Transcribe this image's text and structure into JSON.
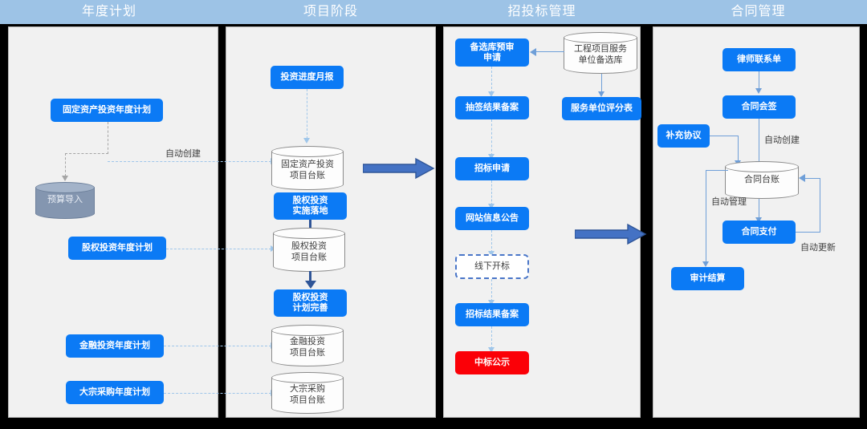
{
  "header": {
    "columns": [
      {
        "title": "年度计划"
      },
      {
        "title": "项目阶段"
      },
      {
        "title": "招投标管理"
      },
      {
        "title": "合同管理"
      }
    ]
  },
  "col1": {
    "nodes": {
      "fixed_asset_plan": "固定资产投资年度计划",
      "budget_import": "预算导入",
      "equity_plan": "股权投资年度计划",
      "finance_plan": "金融投资年度计划",
      "bulk_purchase_plan": "大宗采购年度计划"
    },
    "edges": {
      "auto_create": "自动创建"
    }
  },
  "col2": {
    "nodes": {
      "monthly_report": "投资进度月报",
      "fixed_asset_ledger": "固定资产投资\n项目台账",
      "fixed_asset_ledger_l1": "固定资产投资",
      "fixed_asset_ledger_l2": "项目台账",
      "equity_implement": "股权投资\n实施落地",
      "equity_implement_l1": "股权投资",
      "equity_implement_l2": "实施落地",
      "equity_ledger_l1": "股权投资",
      "equity_ledger_l2": "项目台账",
      "equity_plan_improve_l1": "股权投资",
      "equity_plan_improve_l2": "计划完善",
      "finance_ledger_l1": "金融投资",
      "finance_ledger_l2": "项目台账",
      "bulk_ledger_l1": "大宗采购",
      "bulk_ledger_l2": "项目台账"
    }
  },
  "col3": {
    "nodes": {
      "prequalify_apply_l1": "备选库预审",
      "prequalify_apply_l2": "申请",
      "lottery_result_record": "抽签结果备案",
      "bid_apply": "招标申请",
      "website_notice": "网站信息公告",
      "offline_open": "线下开标",
      "bid_result_record": "招标结果备案",
      "win_notice": "中标公示",
      "vendor_pool_l1": "工程项目服务",
      "vendor_pool_l2": "单位备选库",
      "vendor_score_sheet": "服务单位评分表"
    }
  },
  "col4": {
    "nodes": {
      "lawyer_contact": "律师联系单",
      "contract_countersign": "合同会签",
      "supplement_agreement": "补充协议",
      "contract_ledger": "合同台账",
      "contract_payment": "合同支付",
      "audit_settlement": "审计结算"
    },
    "edges": {
      "auto_create": "自动创建",
      "auto_manage": "自动管理",
      "auto_update": "自动更新"
    }
  },
  "colors": {
    "header_band": "#9dc3e6",
    "panel_bg": "#f1f1f1",
    "node_blue": "#0b7af5",
    "node_red": "#fb0007",
    "big_arrow": "#4472c4",
    "big_arrow_border": "#2f5597",
    "dashed_blue": "#9fc6ea",
    "dashed_gray": "#a5a5a5"
  }
}
